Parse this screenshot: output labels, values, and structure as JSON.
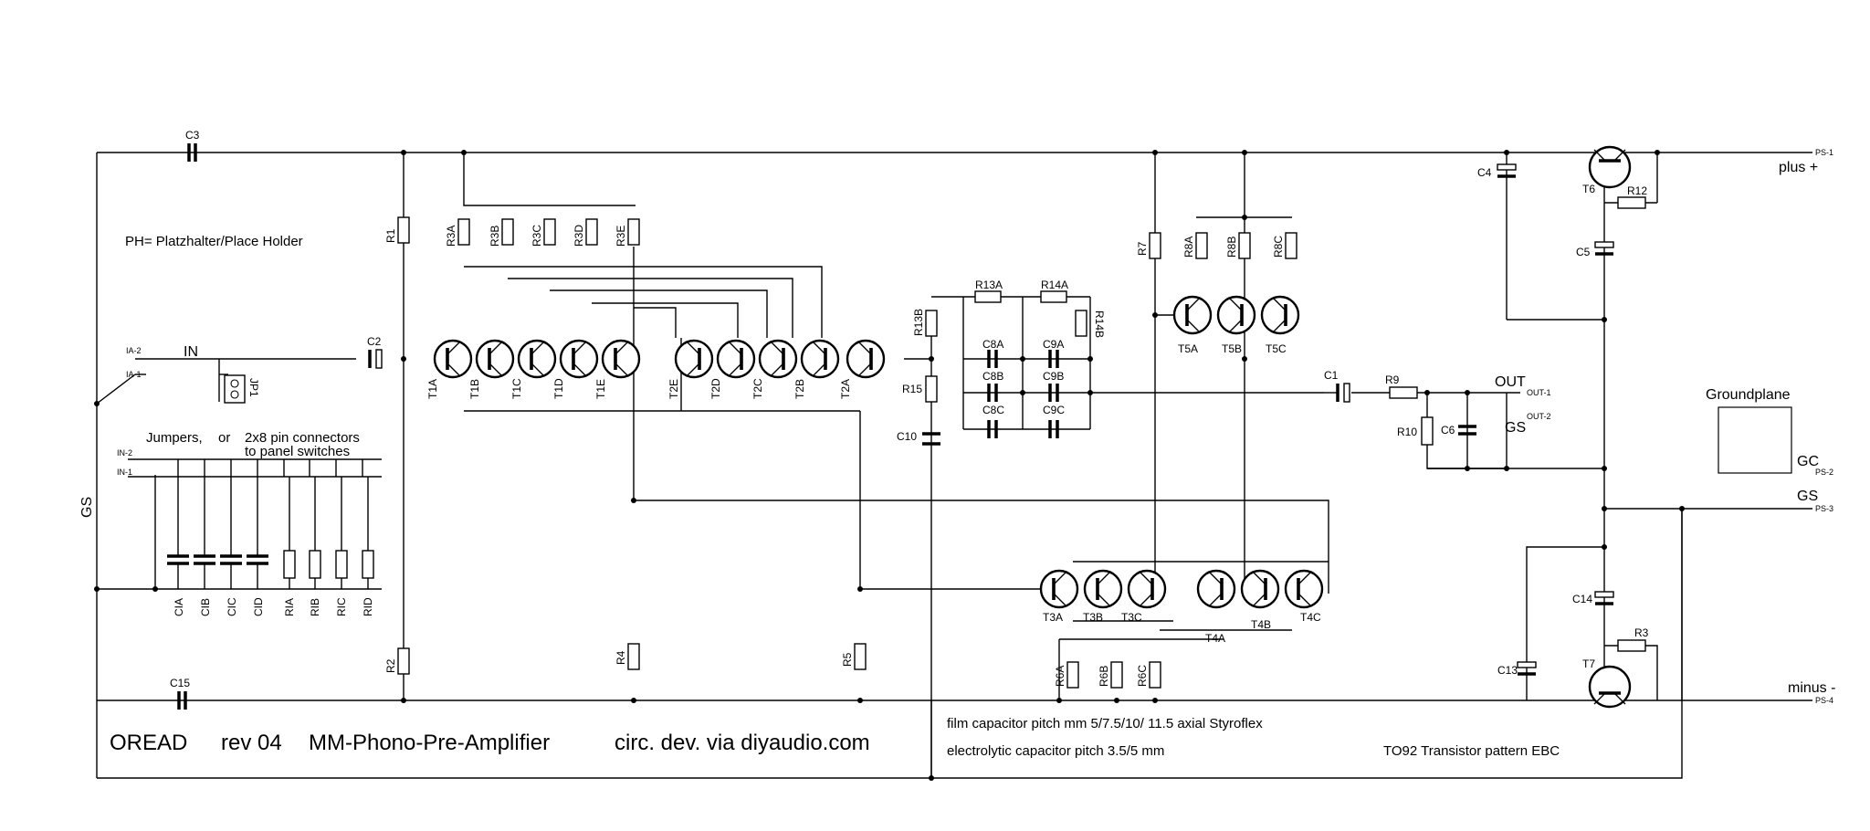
{
  "notes": {
    "placeholder": "PH= Platzhalter/Place Holder",
    "jumpers_a": "Jumpers,",
    "jumpers_or": "or",
    "jumpers_b": "2x8 pin connectors",
    "jumpers_c": "to panel switches",
    "film_caps": "film capacitor pitch mm  5/7.5/10/  11.5 axial Styroflex",
    "elco": "electrolytic capacitor pitch 3.5/5 mm",
    "to92": "TO92 Transistor pattern EBC",
    "groundplane": "Groundplane"
  },
  "title_block": {
    "oread": "OREAD",
    "rev": "rev 04",
    "product": "MM-Phono-Pre-Amplifier",
    "credit": "circ. dev. via diyaudio.com"
  },
  "nets": {
    "in": "IN",
    "out": "OUT",
    "gs_out": "GS",
    "gc": "GC",
    "gs_rail": "GS",
    "gs_left": "GS",
    "plus": "plus +",
    "minus": "minus -"
  },
  "pins": {
    "ia2": "IA-2",
    "ia1": "IA-1",
    "in2": "IN-2",
    "in1": "IN-1",
    "out1": "OUT-1",
    "out2": "OUT-2",
    "ps1": "PS-1",
    "ps2": "PS-2",
    "ps3": "PS-3",
    "ps4": "PS-4"
  },
  "parts": {
    "c3": "C3",
    "c15": "C15",
    "c2": "C2",
    "c1": "C1",
    "c4": "C4",
    "c5": "C5",
    "c6": "C6",
    "c10": "C10",
    "c13": "C13",
    "c14": "C14",
    "c8a": "C8A",
    "c8b": "C8B",
    "c8c": "C8C",
    "c9a": "C9A",
    "c9b": "C9B",
    "c9c": "C9C",
    "cia": "CIA",
    "cib": "CIB",
    "cic": "CIC",
    "cid": "CID",
    "ria": "RIA",
    "rib": "RIB",
    "ric": "RIC",
    "rid": "RID",
    "r1": "R1",
    "r2": "R2",
    "r4": "R4",
    "r5": "R5",
    "r7": "R7",
    "r9": "R9",
    "r10": "R10",
    "r12": "R12",
    "r3": "R3",
    "r15": "R15",
    "r3a": "R3A",
    "r3b": "R3B",
    "r3c": "R3C",
    "r3d": "R3D",
    "r3e": "R3E",
    "r8a": "R8A",
    "r8b": "R8B",
    "r8c": "R8C",
    "r13a": "R13A",
    "r13b": "R13B",
    "r14a": "R14A",
    "r14b": "R14B",
    "r6a": "R6A",
    "r6b": "R6B",
    "r6c": "R6C",
    "jp1": "JP1",
    "t1a": "T1A",
    "t1b": "T1B",
    "t1c": "T1C",
    "t1d": "T1D",
    "t1e": "T1E",
    "t2e": "T2E",
    "t2d": "T2D",
    "t2c": "T2C",
    "t2b": "T2B",
    "t2a": "T2A",
    "t5a": "T5A",
    "t5b": "T5B",
    "t5c": "T5C",
    "t3a": "T3A",
    "t3b": "T3B",
    "t3c": "T3C",
    "t4a": "T4A",
    "t4b": "T4B",
    "t4c": "T4C",
    "t6": "T6",
    "t7": "T7"
  }
}
